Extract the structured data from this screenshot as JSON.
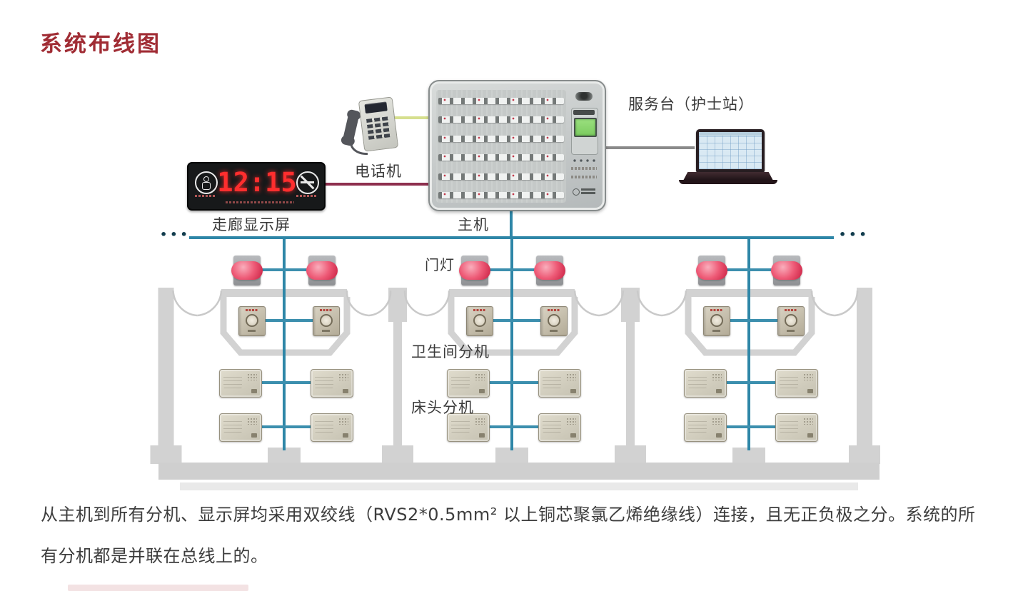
{
  "title": "系统布线图",
  "colors": {
    "title_red": "#a02c34",
    "bus_line": "#2e86a7",
    "phone_line": "#d6df8e",
    "display_line": "#8e2f4e",
    "pc_line": "#8a8a8a",
    "wall_gray": "#d2d2d2",
    "door_lamp_pink": "#ee5b77"
  },
  "devices": {
    "corridor_display": {
      "label": "走廊显示屏",
      "time": "12:15"
    },
    "telephone": {
      "label": "电话机"
    },
    "host": {
      "label": "主机"
    },
    "nurse_station": {
      "label": "服务台（护士站）"
    },
    "door_light": {
      "label": "门灯"
    },
    "bathroom_extension": {
      "label": "卫生间分机"
    },
    "bedside_extension": {
      "label": "床头分机"
    }
  },
  "bus": {
    "left_ellipsis": "•••",
    "right_ellipsis": "•••"
  },
  "footnote": {
    "line1": "从主机到所有分机、显示屏均采用双绞线（RVS2*0.5mm² 以上铜芯聚氯乙烯绝缘线）连接，且无正负极之分。系统的所",
    "line2": "有分机都是并联在总线上的。"
  }
}
